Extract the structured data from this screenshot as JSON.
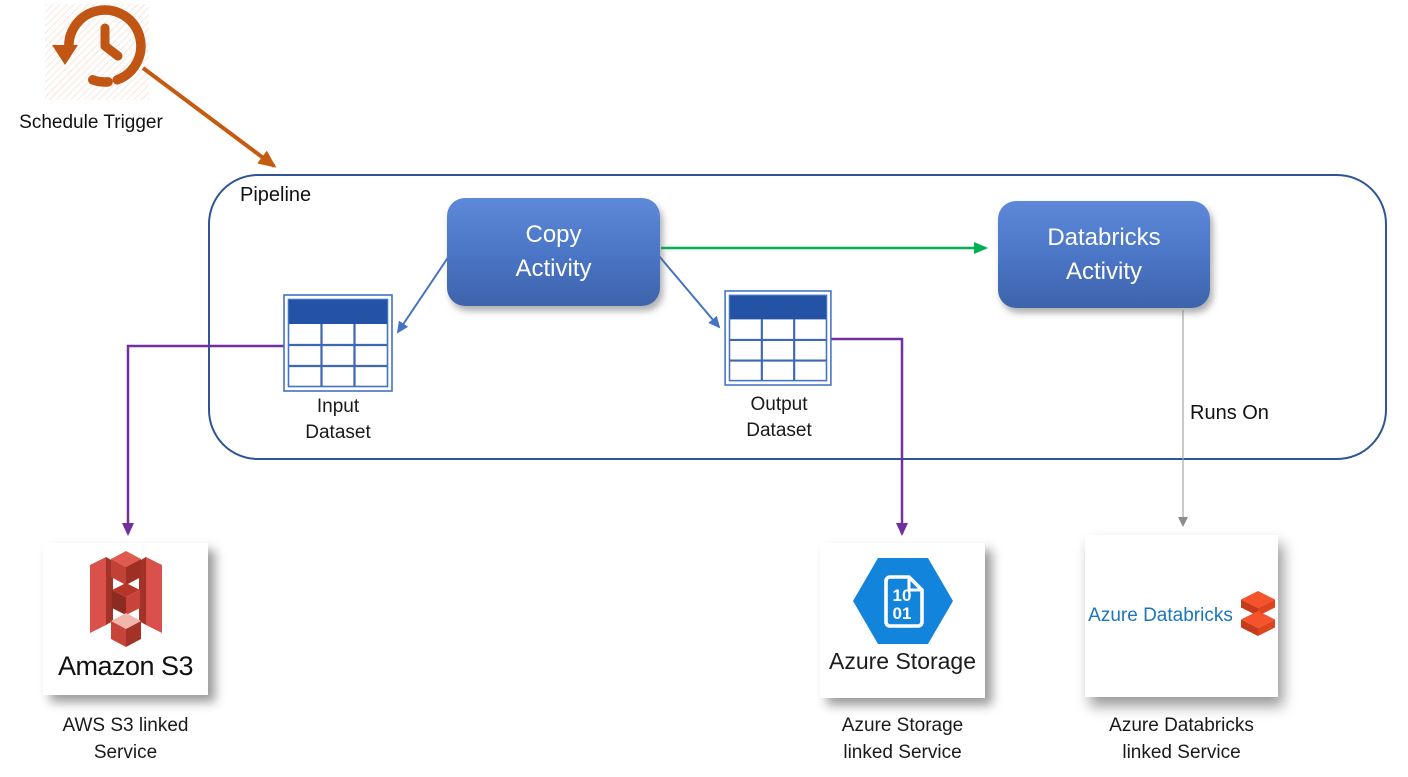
{
  "colors": {
    "accent_orange": "#C55A11",
    "accent_green": "#00B050",
    "accent_purple": "#7030A0",
    "accent_blue": "#4472C4",
    "pipeline_border_blue": "#2F5597",
    "activity_fill_top": "#5D89D8",
    "activity_fill_bottom": "#3D63AB",
    "table_header_blue": "#2453A6",
    "connector_gray": "#A6A6A6",
    "s3_red": "#DD4F42",
    "storage_hexagon_blue": "#1284DB",
    "databricks_text_blue": "#1B76BC",
    "databricks_brick_orange": "#F04F23"
  },
  "trigger": {
    "label": "Schedule Trigger"
  },
  "pipeline": {
    "label": "Pipeline",
    "copy_activity": {
      "lines": [
        "Copy",
        "Activity"
      ]
    },
    "databricks_activity": {
      "lines": [
        "Databricks",
        "Activity"
      ]
    },
    "input_dataset": {
      "lines": [
        "Input",
        "Dataset"
      ]
    },
    "output_dataset": {
      "lines": [
        "Output",
        "Dataset"
      ]
    }
  },
  "runs_on_label": "Runs On",
  "linked_services": {
    "s3": {
      "logo_text": "Amazon S3",
      "caption_lines": [
        "AWS S3 linked",
        "Service"
      ]
    },
    "azure_storage": {
      "logo_text": "Azure Storage",
      "icon_binary": [
        "10",
        "01"
      ],
      "caption_lines": [
        "Azure Storage",
        "linked Service"
      ]
    },
    "azure_databricks": {
      "logo_text": "Azure Databricks",
      "caption_lines": [
        "Azure Databricks",
        "linked Service"
      ]
    }
  }
}
